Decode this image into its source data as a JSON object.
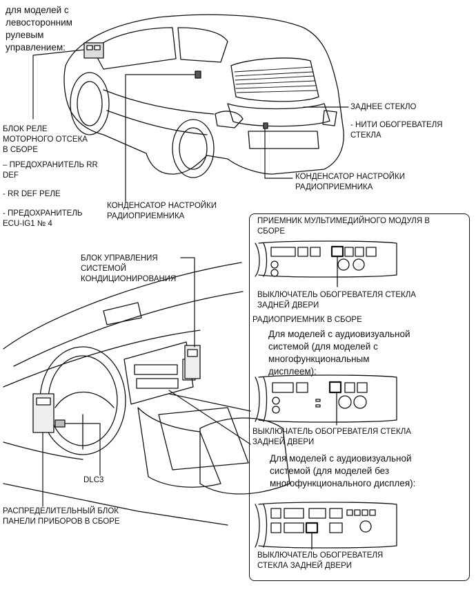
{
  "labels": {
    "lhd_note": "для моделей с\nлевосторонним\nрулевым\nуправлением:",
    "engine_relay_block": "БЛОК РЕЛЕ\nМОТОРНОГО ОТСЕКА\nВ СБОРЕ",
    "rr_def_fuse": "– ПРЕДОХРАНИТЕЛЬ RR\nDEF",
    "rr_def_relay": "- RR DEF РЕЛЕ",
    "ecu_ig1_fuse": "- ПРЕДОХРАНИТЕЛЬ\nECU-IG1 № 4",
    "radio_capacitor_front": "КОНДЕНСАТОР НАСТРОЙКИ\nРАДИОПРИЕМНИКА",
    "rear_glass": "ЗАДНЕЕ СТЕКЛО",
    "defogger_wires": "-   НИТИ ОБОГРЕВАТЕЛЯ\n    СТЕКЛА",
    "radio_capacitor_rear": "КОНДЕНСАТОР НАСТРОЙКИ\nРАДИОПРИЕМНИКА",
    "ac_control": "БЛОК УПРАВЛЕНИЯ\nСИСТЕМОЙ\nКОНДИЦИОНИРОВАНИЯ",
    "dlc3": "DLC3",
    "instrument_panel_jb": "РАСПРЕДЕЛИТЕЛЬНЫЙ БЛОК\nПАНЕЛИ ПРИБОРОВ В СБОРЕ"
  },
  "panel": {
    "multimedia_receiver": "ПРИЕМНИК МУЛЬТИМЕДИЙНОГО МОДУЛЯ В\nСБОРЕ",
    "switch_1": "ВЫКЛЮЧАТЕЛЬ ОБОГРЕВАТЕЛЯ СТЕКЛА\nЗАДНЕЙ ДВЕРИ",
    "radio_receiver": "РАДИОПРИЕМНИК В СБОРЕ",
    "av_with_display": "Для моделей с аудиовизуальной\nсистемой (для моделей с\nмногофункциональным\nдисплеем):",
    "switch_2": "ВЫКЛЮЧАТЕЛЬ ОБОГРЕВАТЕЛЯ СТЕКЛА\nЗАДНЕЙ ДВЕРИ",
    "av_without_display": "Для моделей с аудиовизуальной\nсистемой (для моделей без\nмногофункционального дисплея):",
    "switch_3": "ВЫКЛЮЧАТЕЛЬ ОБОГРЕВАТЕЛЯ\nСТЕКЛА ЗАДНЕЙ ДВЕРИ"
  }
}
